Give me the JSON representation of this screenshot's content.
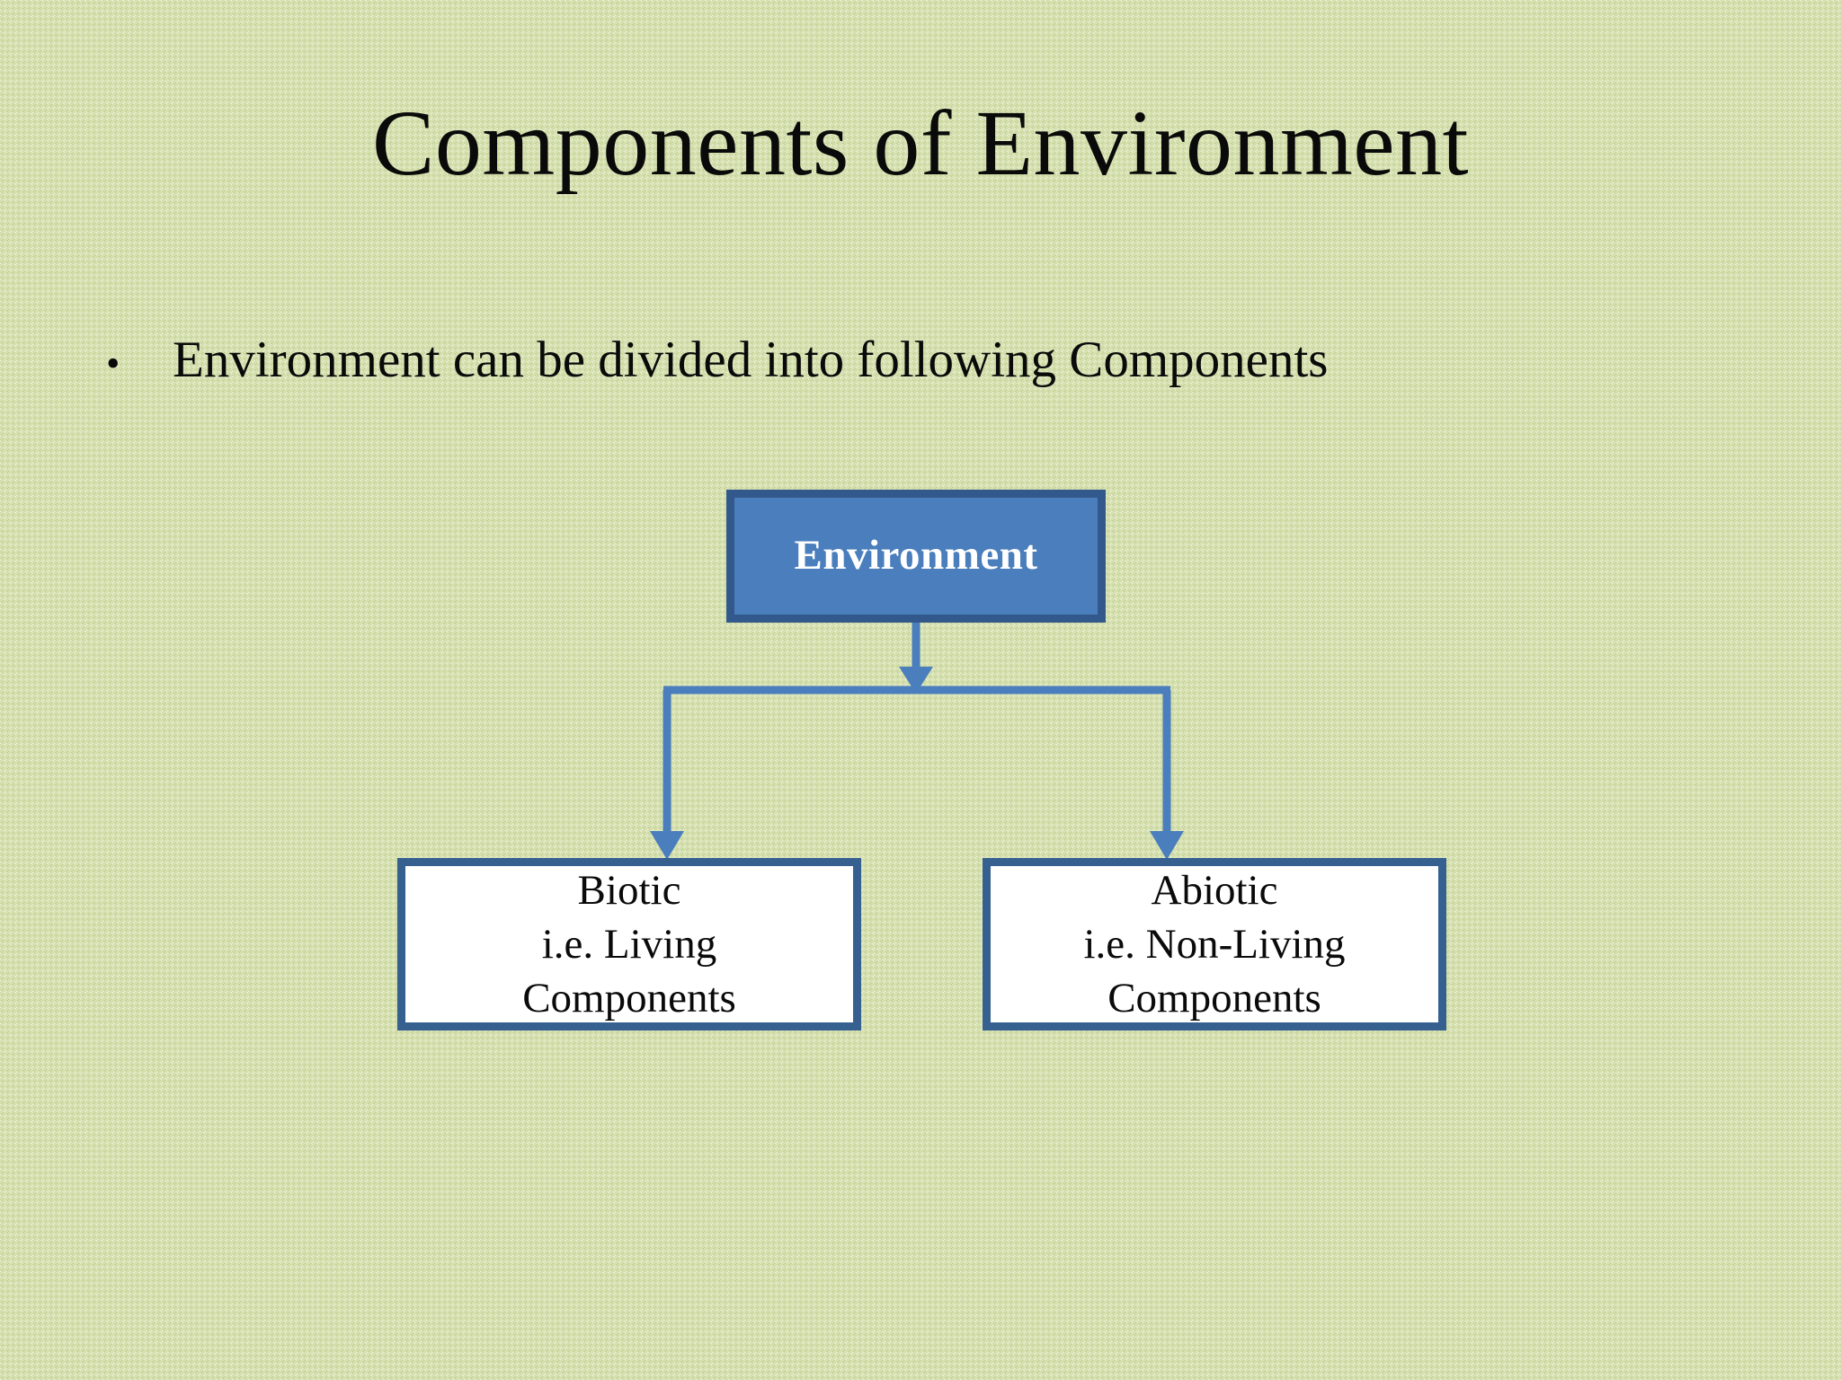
{
  "slide": {
    "title": "Components of Environment",
    "background_color": "#d5e0ad",
    "text_color": "#0a0a0a"
  },
  "bullets": [
    {
      "marker": "•",
      "text": "Environment can be divided into following Components"
    }
  ],
  "diagram": {
    "type": "hierarchy",
    "accent_fill": "#4a7ebc",
    "accent_border": "#33598c",
    "connector_color": "#4a7ebc",
    "root": {
      "label": "Environment",
      "fill": "#4a7ebc",
      "border": "#33598c",
      "text_color": "#ffffff"
    },
    "children": [
      {
        "name": "biotic",
        "lines": [
          "Biotic",
          "i.e. Living",
          "Components"
        ],
        "fill": "#ffffff",
        "border": "#35608f",
        "text_color": "#0a0a0a"
      },
      {
        "name": "abiotic",
        "lines": [
          "Abiotic",
          "i.e. Non-Living",
          "Components"
        ],
        "fill": "#ffffff",
        "border": "#35608f",
        "text_color": "#0a0a0a"
      }
    ]
  }
}
